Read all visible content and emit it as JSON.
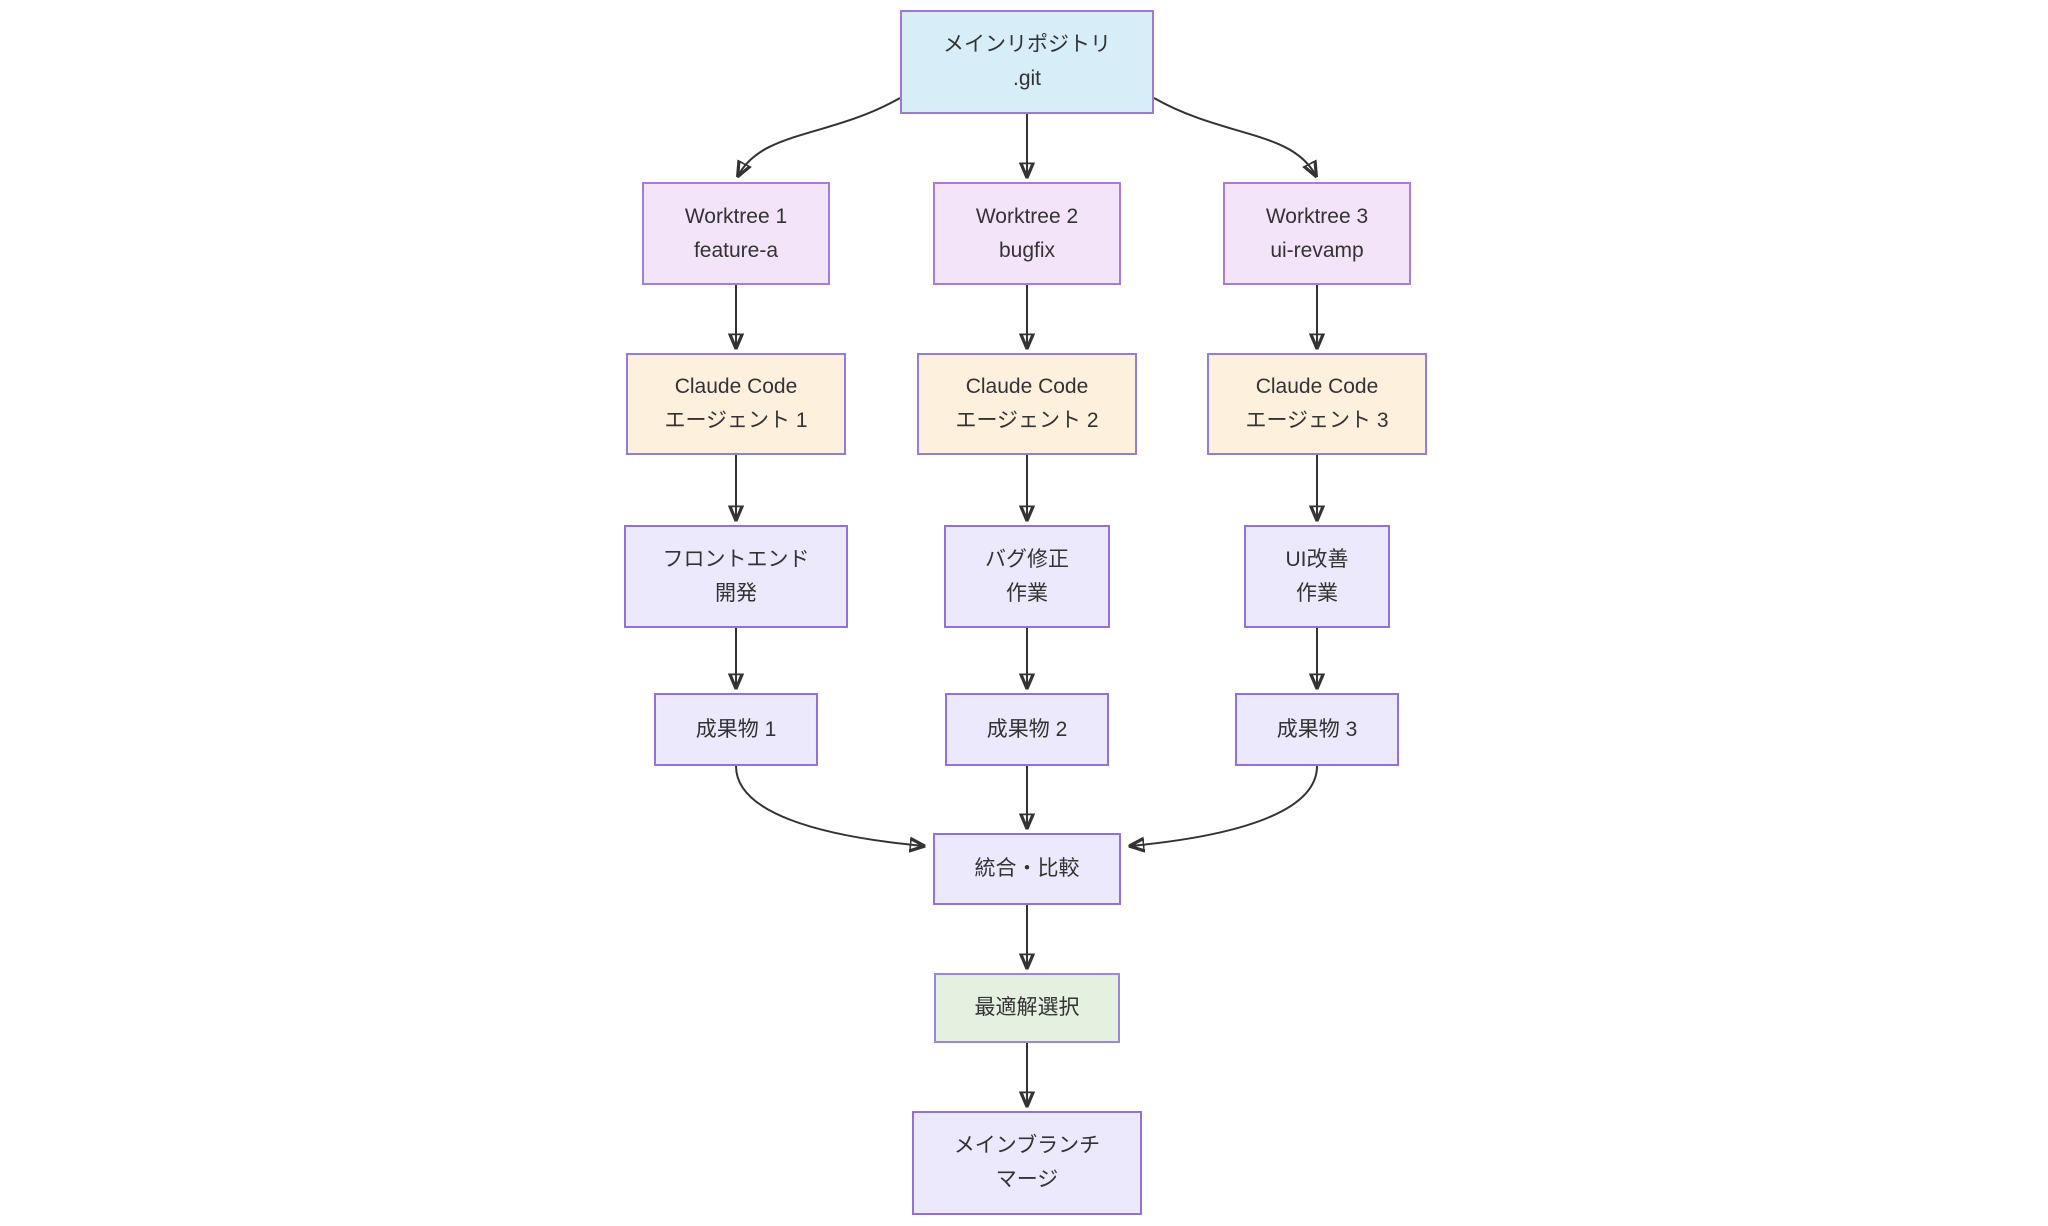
{
  "diagram": {
    "type": "flowchart",
    "direction": "top-down",
    "nodes": {
      "main_repo": {
        "line1": "メインリポジトリ",
        "line2": ".git"
      },
      "worktree_1": {
        "line1": "Worktree 1",
        "line2": "feature-a"
      },
      "worktree_2": {
        "line1": "Worktree 2",
        "line2": "bugfix"
      },
      "worktree_3": {
        "line1": "Worktree 3",
        "line2": "ui-revamp"
      },
      "agent_1": {
        "line1": "Claude Code",
        "line2": "エージェント 1"
      },
      "agent_2": {
        "line1": "Claude Code",
        "line2": "エージェント 2"
      },
      "agent_3": {
        "line1": "Claude Code",
        "line2": "エージェント 3"
      },
      "task_1": {
        "line1": "フロントエンド",
        "line2": "開発"
      },
      "task_2": {
        "line1": "バグ修正",
        "line2": "作業"
      },
      "task_3": {
        "line1": "UI改善",
        "line2": "作業"
      },
      "artifact_1": {
        "line1": "成果物 1"
      },
      "artifact_2": {
        "line1": "成果物 2"
      },
      "artifact_3": {
        "line1": "成果物 3"
      },
      "integrate": {
        "line1": "統合・比較"
      },
      "select_best": {
        "line1": "最適解選択"
      },
      "merge": {
        "line1": "メインブランチ",
        "line2": "マージ"
      }
    },
    "edges": [
      {
        "from": "main_repo",
        "to": "worktree_1"
      },
      {
        "from": "main_repo",
        "to": "worktree_2"
      },
      {
        "from": "main_repo",
        "to": "worktree_3"
      },
      {
        "from": "worktree_1",
        "to": "agent_1"
      },
      {
        "from": "worktree_2",
        "to": "agent_2"
      },
      {
        "from": "worktree_3",
        "to": "agent_3"
      },
      {
        "from": "agent_1",
        "to": "task_1"
      },
      {
        "from": "agent_2",
        "to": "task_2"
      },
      {
        "from": "agent_3",
        "to": "task_3"
      },
      {
        "from": "task_1",
        "to": "artifact_1"
      },
      {
        "from": "task_2",
        "to": "artifact_2"
      },
      {
        "from": "task_3",
        "to": "artifact_3"
      },
      {
        "from": "artifact_1",
        "to": "integrate"
      },
      {
        "from": "artifact_2",
        "to": "integrate"
      },
      {
        "from": "artifact_3",
        "to": "integrate"
      },
      {
        "from": "integrate",
        "to": "select_best"
      },
      {
        "from": "select_best",
        "to": "merge"
      }
    ],
    "colors": {
      "background": "#ffffff",
      "main_repo_fill": "#d7edf8",
      "worktree_fill": "#f3e4f9",
      "agent_fill": "#fdf0dd",
      "default_fill": "#ebe9fb",
      "select_fill": "#e4f1e1",
      "border": "#9370db",
      "edge": "#333333",
      "text": "#333333"
    }
  }
}
